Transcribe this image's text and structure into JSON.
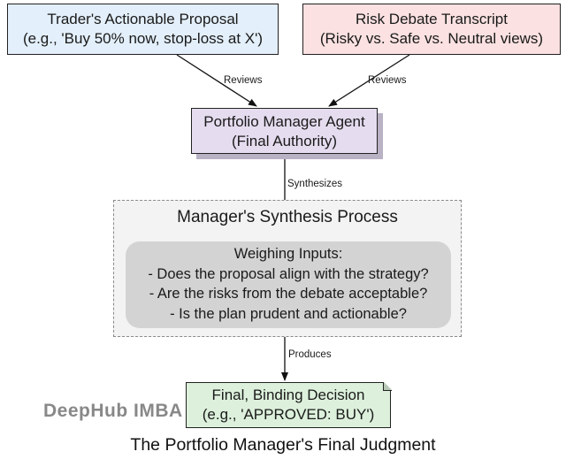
{
  "nodes": {
    "trader": {
      "line1": "Trader's Actionable Proposal",
      "line2": "(e.g., 'Buy 50% now, stop-loss at X')"
    },
    "risk": {
      "line1": "Risk Debate Transcript",
      "line2": "(Risky vs. Safe vs. Neutral views)"
    },
    "portfolio_manager": {
      "line1": "Portfolio Manager Agent",
      "line2": "(Final Authority)"
    },
    "cluster": {
      "title": "Manager's Synthesis Process"
    },
    "weighing": {
      "line1": "Weighing Inputs:",
      "line2": "- Does the proposal align with the strategy?",
      "line3": "- Are the risks from the debate acceptable?",
      "line4": "- Is the plan prudent and actionable?"
    },
    "decision": {
      "line1": "Final, Binding Decision",
      "line2": "(e.g., 'APPROVED: BUY')"
    }
  },
  "edges": {
    "trader_to_pm": "Reviews",
    "risk_to_pm": "Reviews",
    "pm_to_synthesis": "Synthesizes",
    "synthesis_to_decision": "Produces"
  },
  "watermark": "DeepHub IMBA",
  "caption": "The Portfolio Manager's Final Judgment",
  "colors": {
    "trader_fill": "#e3effa",
    "risk_fill": "#fbe1e1",
    "pm_fill": "#e5dcef",
    "cluster_fill": "#f3f3f3",
    "weighing_fill": "#d3d3d3",
    "decision_fill": "#dcf0db"
  }
}
